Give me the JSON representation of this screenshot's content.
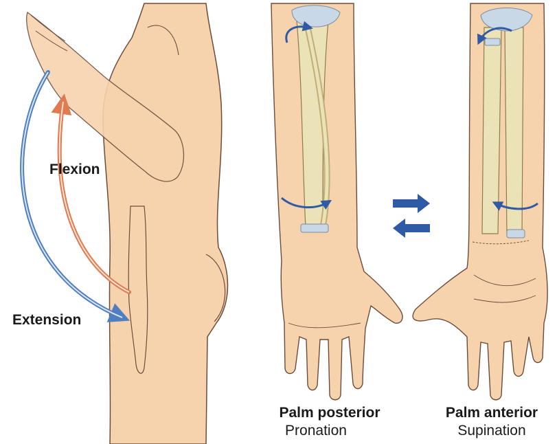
{
  "left_panel": {
    "flexion_label": "Flexion",
    "extension_label": "Extension"
  },
  "right_panel": {
    "pronation_title": "Palm posterior",
    "pronation_label": "Pronation",
    "supination_title": "Palm anterior",
    "supination_label": "Supination"
  },
  "colors": {
    "skin": "#f7d3ad",
    "skin_outline": "#6b4b3a",
    "bone": "#ece2b8",
    "bone_shadow": "#bfae76",
    "cartilage": "#c9d8e6",
    "flexion_arrow": "#e07a4f",
    "extension_arrow": "#4f7fc0",
    "rotation_arrow": "#2f5aa6",
    "text": "#1a1a1a"
  }
}
